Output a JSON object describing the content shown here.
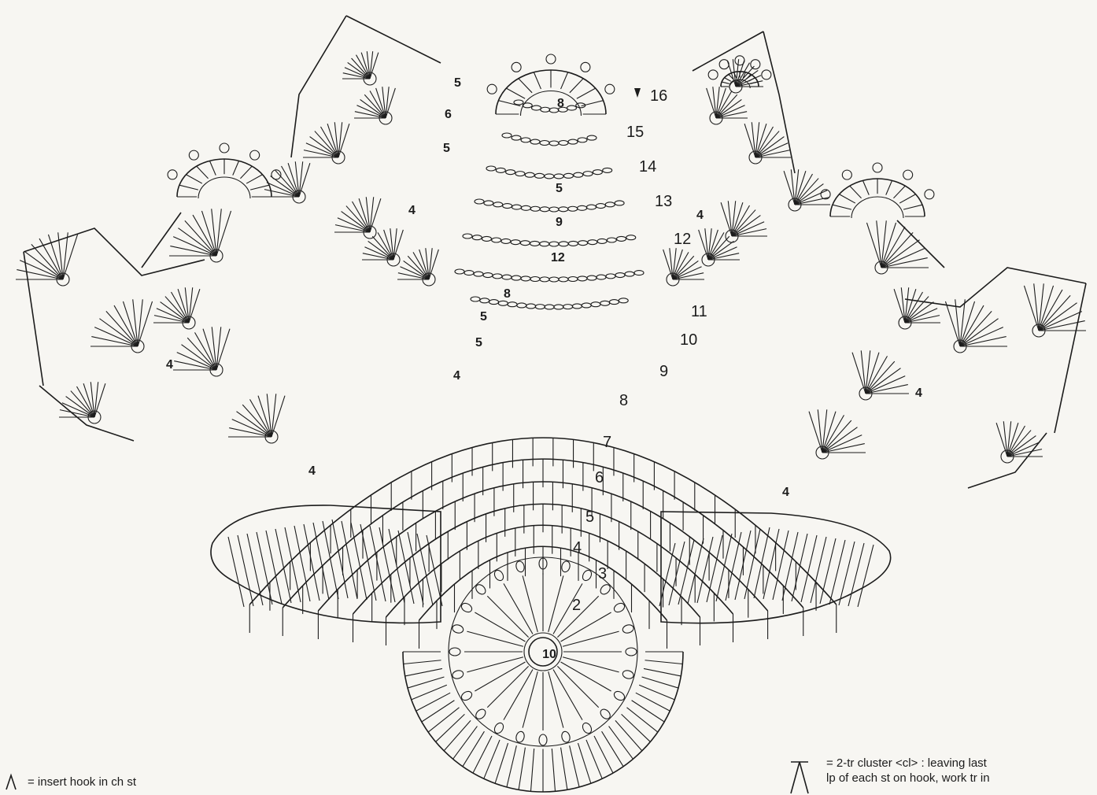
{
  "diagram": {
    "center_label": "10",
    "center_rows": [
      "2",
      "3",
      "4",
      "5",
      "6",
      "7",
      "8"
    ],
    "side_rows": [
      "9",
      "10",
      "11",
      "12",
      "13",
      "14",
      "15",
      "16"
    ],
    "inner_labels": [
      "5",
      "6",
      "5",
      "5",
      "9",
      "12",
      "8",
      "5",
      "5",
      "8"
    ],
    "marker_4": "4"
  },
  "legend": {
    "left_text": "= insert hook in ch st",
    "right_line1": "= 2-tr cluster <cl> : leaving last",
    "right_line2": "lp of each st on hook, work tr in"
  }
}
